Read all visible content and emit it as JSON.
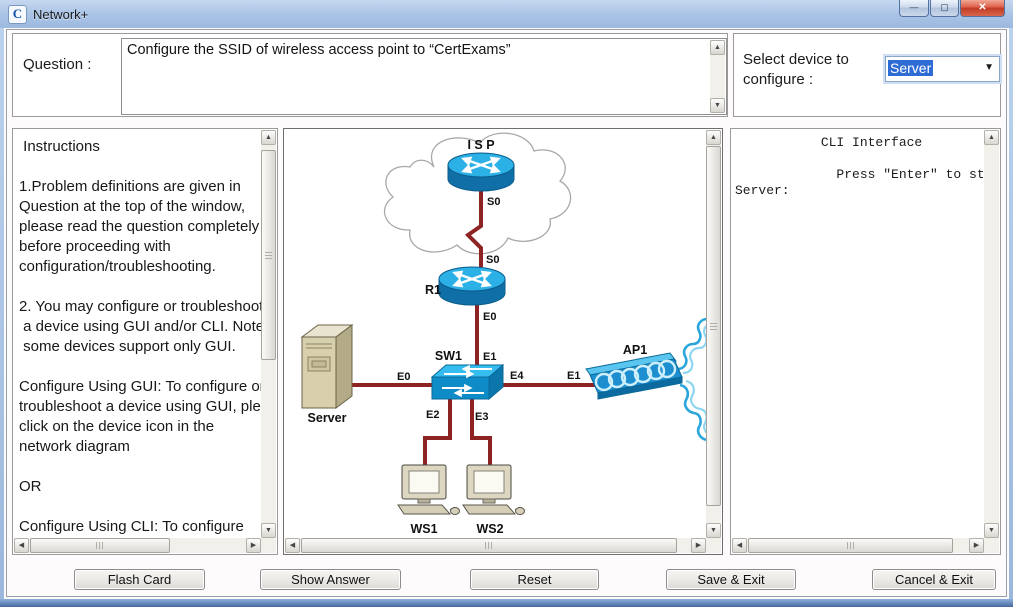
{
  "window": {
    "title": "Network+",
    "icon_letter": "C",
    "controls": {
      "minimize": "—",
      "maximize": "▢",
      "close": "✕"
    }
  },
  "colors": {
    "titlebar_blue": "#aac4e6",
    "close_button_red": "#c73a24",
    "selection_blue": "#2e6bd4",
    "link_maroon": "#8e2323",
    "device_cyan": "#2cb1e6",
    "server_beige": "#d8d0ad"
  },
  "question": {
    "label": "Question :",
    "text": "Configure the SSID of wireless access point to “CertExams”"
  },
  "device_select": {
    "label": "Select device to configure :",
    "selected": "Server",
    "dropdown_icon": "▼"
  },
  "instructions": {
    "text": " Instructions\n\n1.Problem definitions are given in\nQuestion at the top of the window,\nplease read the question completely\nbefore proceeding with\nconfiguration/troubleshooting.\n\n2. You may configure or troubleshoot\n a device using GUI and/or CLI. Note\n some devices support only GUI.\n\nConfigure Using GUI: To configure or\ntroubleshoot a device using GUI, ple\nclick on the device icon in the\nnetwork diagram\n\nOR\n\nConfigure Using CLI: To configure\nor troubleshoot a device using CLI"
  },
  "diagram": {
    "nodes": {
      "isp": "I S P",
      "r1": "R1",
      "sw1": "SW1",
      "ap1": "AP1",
      "server": "Server",
      "ws1": "WS1",
      "ws2": "WS2"
    },
    "ports": {
      "isp_s0": "S0",
      "r1_s0": "S0",
      "r1_e0": "E0",
      "sw1_e1": "E1",
      "sw1_e4": "E4",
      "server_e0": "E0",
      "sw1_e2": "E2",
      "sw1_e3": "E3",
      "ap1_e1": "E1"
    }
  },
  "cli": {
    "text": "           CLI Interface\n\n             Press \"Enter\" to start\nServer:"
  },
  "buttons": [
    "Flash Card",
    "Show Answer",
    "Reset",
    "Save & Exit",
    "Cancel & Exit"
  ]
}
